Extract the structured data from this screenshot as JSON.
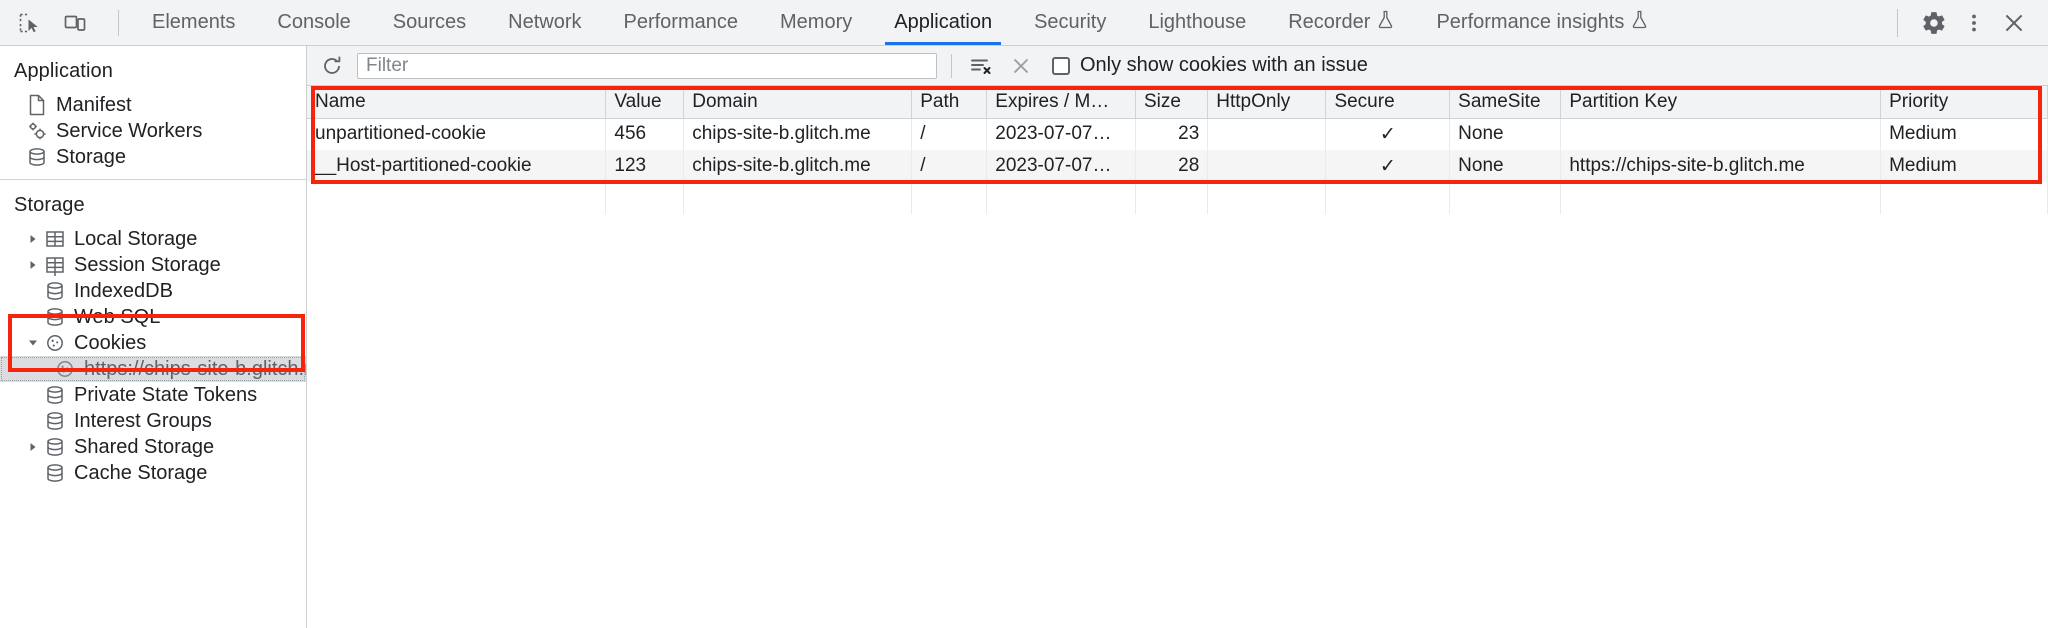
{
  "toolbar": {
    "inspect_icon": "inspect-element-icon",
    "device_icon": "device-toolbar-icon",
    "tabs": [
      {
        "label": "Elements",
        "active": false,
        "experimental": false
      },
      {
        "label": "Console",
        "active": false,
        "experimental": false
      },
      {
        "label": "Sources",
        "active": false,
        "experimental": false
      },
      {
        "label": "Network",
        "active": false,
        "experimental": false
      },
      {
        "label": "Performance",
        "active": false,
        "experimental": false
      },
      {
        "label": "Memory",
        "active": false,
        "experimental": false
      },
      {
        "label": "Application",
        "active": true,
        "experimental": false
      },
      {
        "label": "Security",
        "active": false,
        "experimental": false
      },
      {
        "label": "Lighthouse",
        "active": false,
        "experimental": false
      },
      {
        "label": "Recorder",
        "active": false,
        "experimental": true
      },
      {
        "label": "Performance insights",
        "active": false,
        "experimental": true
      }
    ],
    "settings_icon": "gear-icon",
    "more_icon": "more-vertical-icon",
    "close_icon": "close-icon",
    "active_tab_color": "#1a73e8"
  },
  "sidebar": {
    "application": {
      "title": "Application",
      "items": [
        {
          "label": "Manifest",
          "icon": "document-icon",
          "expandable": false
        },
        {
          "label": "Service Workers",
          "icon": "gears-icon",
          "expandable": false
        },
        {
          "label": "Storage",
          "icon": "database-icon",
          "expandable": false
        }
      ]
    },
    "storage": {
      "title": "Storage",
      "items": [
        {
          "label": "Local Storage",
          "icon": "table-icon",
          "expandable": true,
          "expanded": false,
          "depth": 1
        },
        {
          "label": "Session Storage",
          "icon": "table-icon",
          "expandable": true,
          "expanded": false,
          "depth": 1
        },
        {
          "label": "IndexedDB",
          "icon": "database-icon",
          "expandable": false,
          "depth": 1
        },
        {
          "label": "Web SQL",
          "icon": "database-icon",
          "expandable": false,
          "depth": 1
        },
        {
          "label": "Cookies",
          "icon": "cookie-icon",
          "expandable": true,
          "expanded": true,
          "depth": 1
        },
        {
          "label": "https://chips-site-b.glitch.me",
          "icon": "cookie-icon",
          "expandable": false,
          "depth": 2,
          "selected": true
        },
        {
          "label": "Private State Tokens",
          "icon": "database-icon",
          "expandable": false,
          "depth": 1
        },
        {
          "label": "Interest Groups",
          "icon": "database-icon",
          "expandable": false,
          "depth": 1
        },
        {
          "label": "Shared Storage",
          "icon": "database-icon",
          "expandable": true,
          "expanded": false,
          "depth": 1
        },
        {
          "label": "Cache Storage",
          "icon": "database-icon",
          "expandable": false,
          "depth": 1
        }
      ]
    }
  },
  "filterbar": {
    "refresh_icon": "refresh-icon",
    "filter_placeholder": "Filter",
    "filter_value": "",
    "clear_all_icon": "clear-all-cookies-icon",
    "clear_filtered_icon": "clear-filtered-cookies-icon",
    "checkbox_label": "Only show cookies with an issue",
    "checkbox_checked": false
  },
  "table": {
    "columns": [
      "Name",
      "Value",
      "Domain",
      "Path",
      "Expires / M…",
      "Size",
      "HttpOnly",
      "Secure",
      "SameSite",
      "Partition Key",
      "Priority"
    ],
    "rows": [
      {
        "name": "unpartitioned-cookie",
        "value": "456",
        "domain": "chips-site-b.glitch.me",
        "path": "/",
        "expires": "2023-07-07…",
        "size": "23",
        "httponly": "",
        "secure": "✓",
        "samesite": "None",
        "partition_key": "",
        "priority": "Medium"
      },
      {
        "name": "__Host-partitioned-cookie",
        "value": "123",
        "domain": "chips-site-b.glitch.me",
        "path": "/",
        "expires": "2023-07-07…",
        "size": "28",
        "httponly": "",
        "secure": "✓",
        "samesite": "None",
        "partition_key": "https://chips-site-b.glitch.me",
        "priority": "Medium"
      }
    ]
  },
  "annotations": {
    "highlight_color": "#f4250c",
    "boxes": [
      "cookies-tree-group",
      "cookies-table-rows"
    ]
  }
}
